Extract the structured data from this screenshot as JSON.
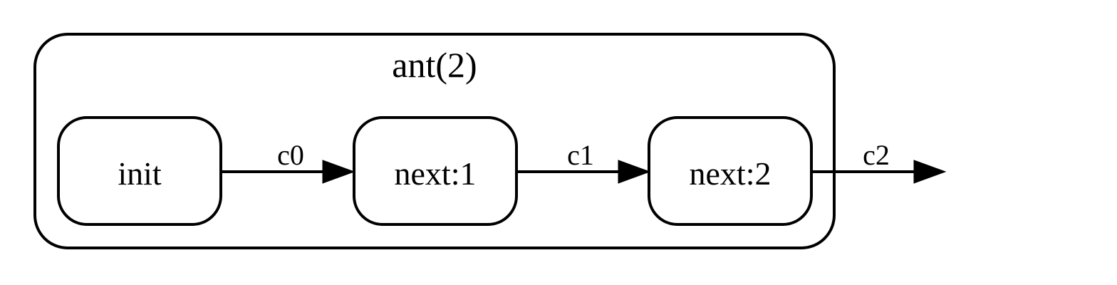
{
  "diagram": {
    "type": "state-flow-graph",
    "colors": {
      "background": "#ffffff",
      "ink": "#000000"
    },
    "cluster": {
      "label": "ant(2)"
    },
    "nodes": [
      {
        "id": "init",
        "label": "init"
      },
      {
        "id": "next1",
        "label": "next:1"
      },
      {
        "id": "next2",
        "label": "next:2"
      }
    ],
    "edges": [
      {
        "id": "c0",
        "label": "c0",
        "from": "init",
        "to": "next1"
      },
      {
        "id": "c1",
        "label": "c1",
        "from": "next1",
        "to": "next2"
      },
      {
        "id": "c2",
        "label": "c2",
        "from": "next2",
        "to": "outside-cluster"
      }
    ]
  }
}
